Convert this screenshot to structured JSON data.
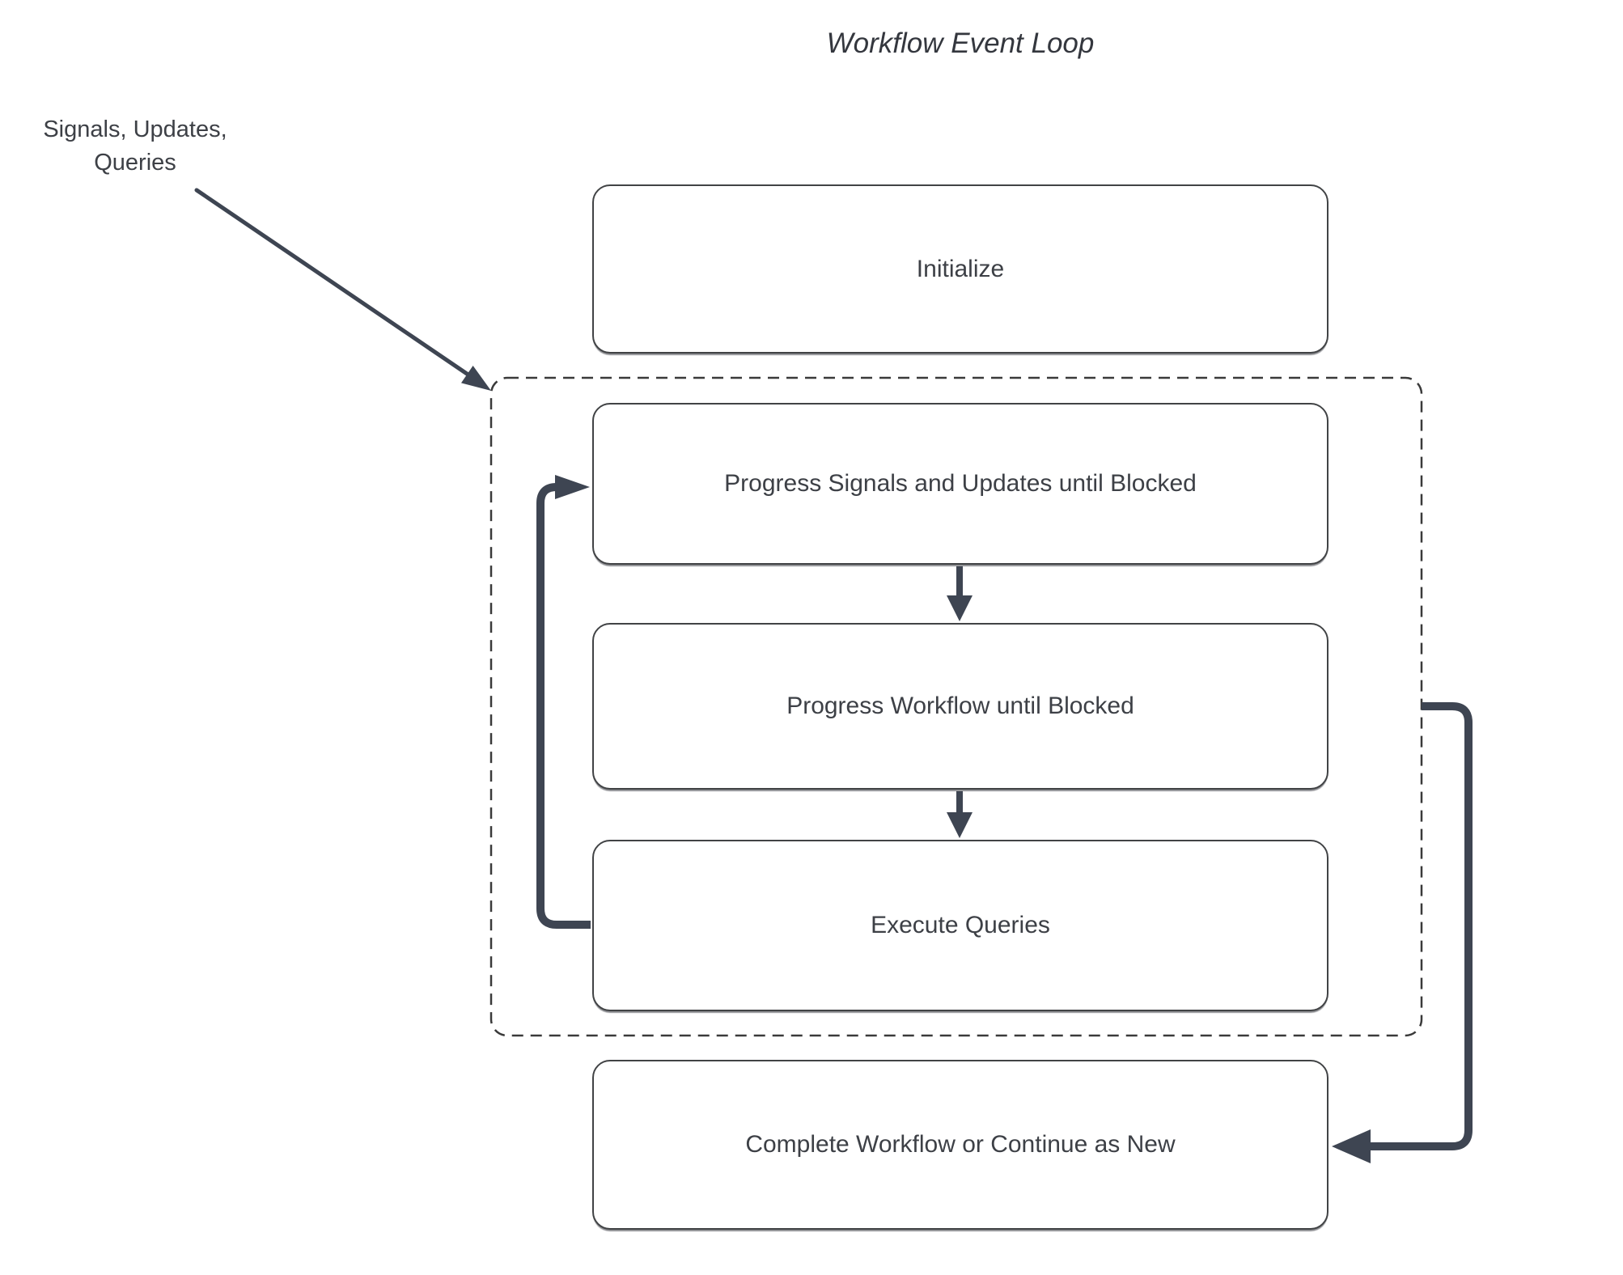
{
  "title": "Workflow Event Loop",
  "annotations": {
    "external_inputs": "Signals, Updates,\nQueries"
  },
  "nodes": {
    "initialize": "Initialize",
    "progress_signals": "Progress Signals and Updates until Blocked",
    "progress_workflow": "Progress Workflow until Blocked",
    "execute_queries": "Execute Queries",
    "complete": "Complete Workflow or Continue as New"
  },
  "containers": {
    "event_loop": "dashed group enclosing progress_signals, progress_workflow, execute_queries"
  },
  "edges": [
    {
      "from": "external_inputs",
      "to": "event_loop",
      "style": "thin-diagonal-arrow"
    },
    {
      "from": "progress_signals",
      "to": "progress_workflow",
      "style": "down-arrow"
    },
    {
      "from": "progress_workflow",
      "to": "execute_queries",
      "style": "down-arrow"
    },
    {
      "from": "execute_queries",
      "to": "progress_signals",
      "style": "thick-loop-back-arrow-left"
    },
    {
      "from": "event_loop",
      "to": "complete",
      "style": "thick-exit-arrow-right"
    }
  ],
  "colors": {
    "background": "#ffffff",
    "arrow": "#3e4552",
    "box_border": "#414345",
    "dashed_border": "#3a3a3a",
    "text": "#3d4046"
  }
}
